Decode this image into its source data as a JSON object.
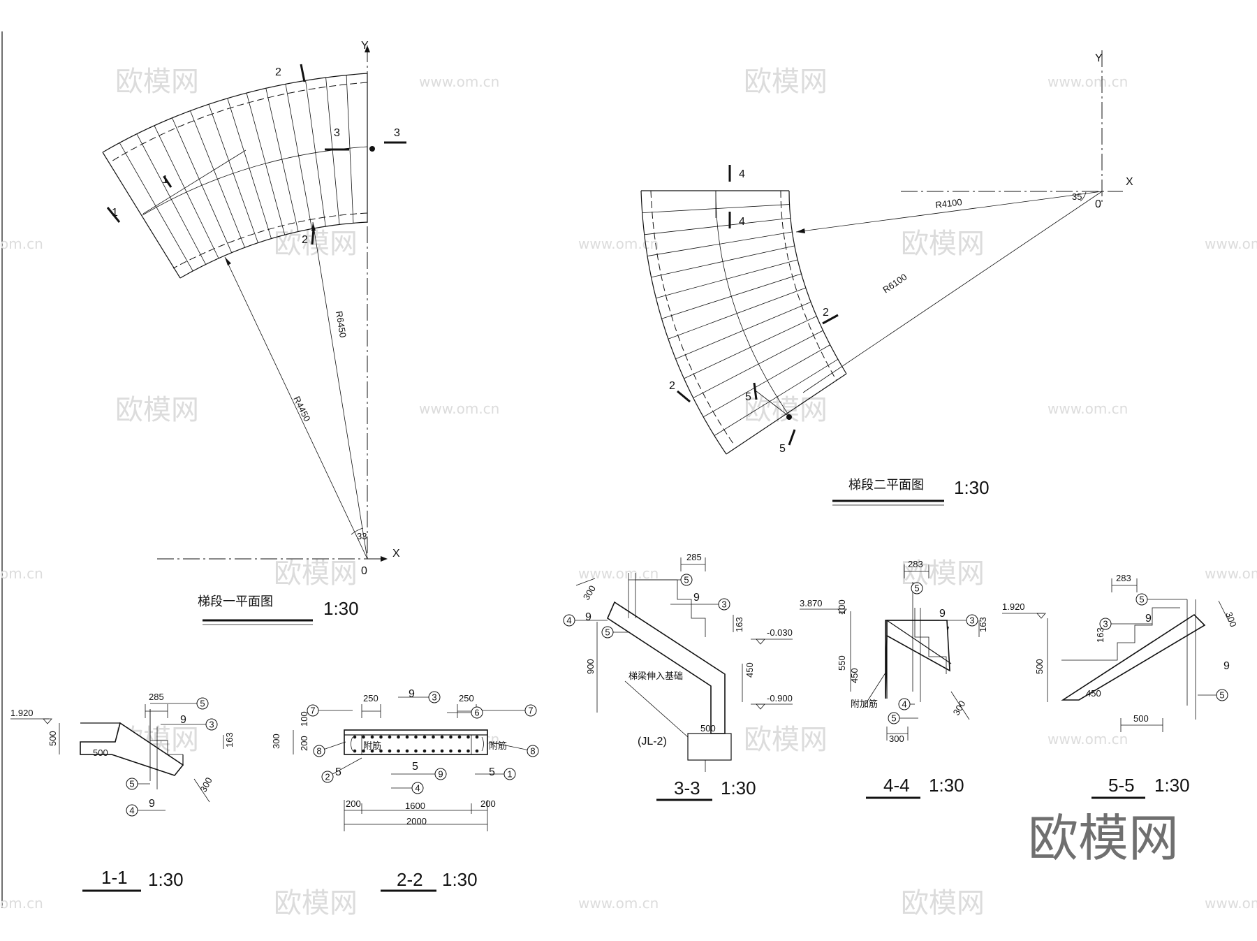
{
  "views": {
    "plan1": {
      "title": "梯段一平面图",
      "scale": "1:30",
      "axis_x": "X",
      "axis_y": "Y",
      "origin": "0",
      "radius_outer": "R6450",
      "radius_inner": "R4450",
      "angle": "33",
      "cut_marks": [
        "1",
        "2",
        "3"
      ]
    },
    "plan2": {
      "title": "梯段二平面图",
      "scale": "1:30",
      "axis_x": "X",
      "axis_y": "Y",
      "origin": "0",
      "radius_inner": "R4100",
      "radius_outer": "R6100",
      "angle": "35",
      "cut_marks": [
        "2",
        "4",
        "5"
      ]
    },
    "sec11": {
      "title": "1-1",
      "scale": "1:30",
      "dims": [
        "285",
        "500",
        "500",
        "163",
        "300"
      ],
      "elev": "1.920",
      "bars": [
        "5",
        "9",
        "3",
        "5",
        "4",
        "9"
      ]
    },
    "sec22": {
      "title": "2-2",
      "scale": "1:30",
      "dims_top": [
        "250",
        "250"
      ],
      "dims_left": [
        "300",
        "100",
        "200"
      ],
      "dims_bottom": [
        "200",
        "1600",
        "200",
        "2000"
      ],
      "bars": [
        "9",
        "3",
        "6",
        "7",
        "7",
        "8",
        "8",
        "2",
        "5",
        "9",
        "4",
        "5",
        "5",
        "1"
      ],
      "notes": [
        "附筋",
        "附筋"
      ]
    },
    "sec33": {
      "title": "3-3",
      "scale": "1:30",
      "dims": [
        "285",
        "300",
        "163",
        "900",
        "450",
        "500"
      ],
      "elevs": [
        "-0.030",
        "-0.900"
      ],
      "beam": "(JL-2)",
      "note": "梯梁伸入基础",
      "bars": [
        "5",
        "9",
        "3",
        "4",
        "9",
        "5"
      ]
    },
    "sec44": {
      "title": "4-4",
      "scale": "1:30",
      "dims": [
        "283",
        "100",
        "550",
        "450",
        "163",
        "300",
        "300"
      ],
      "elev": "3.870",
      "note": "附加筋",
      "bars": [
        "5",
        "9",
        "3",
        "5",
        "4"
      ]
    },
    "sec55": {
      "title": "5-5",
      "scale": "1:30",
      "dims": [
        "283",
        "163",
        "300",
        "500",
        "450",
        "500"
      ],
      "elev": "1.920",
      "bars": [
        "5",
        "3",
        "9",
        "9",
        "5"
      ]
    }
  },
  "watermarks": {
    "cn": "欧模网",
    "url": "www.om.cn",
    "url_cut": "om.cn"
  },
  "brand": "欧模网"
}
